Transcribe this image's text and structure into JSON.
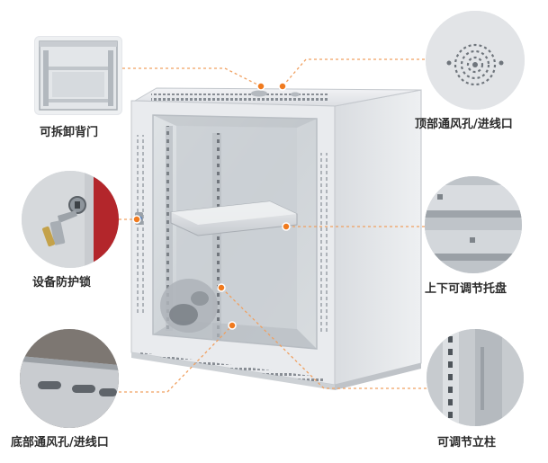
{
  "callouts": [
    {
      "key": "rear_door",
      "label": "可拆卸背门"
    },
    {
      "key": "top_vent",
      "label": "顶部通风孔/进线口"
    },
    {
      "key": "lock",
      "label": "设备防护锁"
    },
    {
      "key": "tray",
      "label": "上下可调节托盘"
    },
    {
      "key": "bottom_vent",
      "label": "底部通风孔/进线口"
    },
    {
      "key": "post",
      "label": "可调节立柱"
    }
  ],
  "colors": {
    "leader_line": "#f0a060",
    "dot": "#f07a1e",
    "cabinet_body": "#e6e8eb",
    "cabinet_shadow": "#c9ccd1",
    "glass": "#d3d8dc",
    "text": "#2b2b2b"
  }
}
